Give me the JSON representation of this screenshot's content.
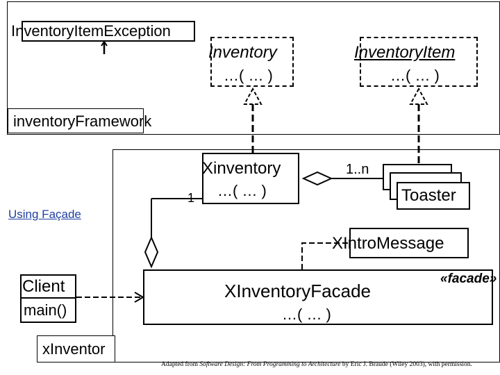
{
  "diagram": {
    "framework_package": {
      "label": "inventoryFramework",
      "exception_class": "InventoryItemException",
      "inventory": {
        "name": "Inventory",
        "ops": "…( … )"
      },
      "inventory_item": {
        "name": "InventoryItem",
        "ops": "…( … )"
      }
    },
    "app_package": {
      "label": "xInventor",
      "xinventory": {
        "name": "Xinventory",
        "ops": "…( … )"
      },
      "toaster": {
        "name": "Toaster"
      },
      "xintro": {
        "name": "XIntroMessage"
      },
      "facade": {
        "name": "XInventoryFacade",
        "ops": "…( … )",
        "stereotype": "«facade»"
      },
      "multiplicity_one": "1",
      "multiplicity_many": "1..n"
    },
    "client": {
      "name": "Client",
      "op": "main()"
    },
    "using_facade_label": "Using Façade",
    "credit": {
      "prefix": "Adapted from ",
      "book": "Software Design: From Programming to Architecture",
      "suffix": " by Eric J. Braude (Wiley 2003), with permission."
    }
  }
}
